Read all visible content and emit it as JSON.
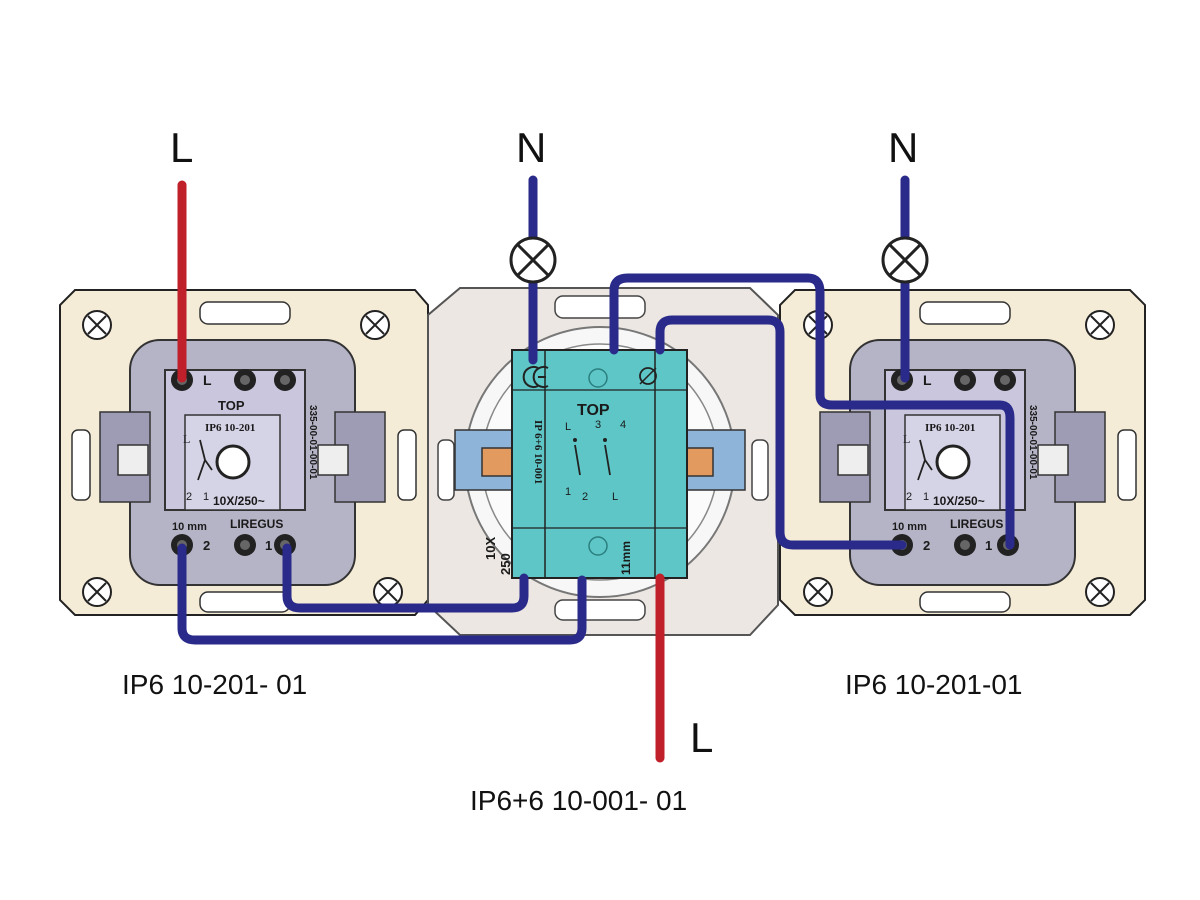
{
  "labels": {
    "line_left": "L",
    "neutral_center": "N",
    "neutral_right": "N",
    "line_bottom": "L"
  },
  "captions": {
    "left_switch": "IP6 10-201- 01",
    "right_switch": "IP6 10-201-01",
    "center_switch": "IP6+6 10-001- 01"
  },
  "single_switch": {
    "top": "TOP",
    "model": "IP6 10-201",
    "l_mark": "L",
    "pin_2": "2",
    "pin_1": "1",
    "rating": "10X/250~",
    "strip": "10 mm",
    "brand": "LIREGUS",
    "side_code": "335-00-01-00-01",
    "terminal_l": "L",
    "terminal_2": "2",
    "terminal_1": "1"
  },
  "double_switch": {
    "top": "TOP",
    "model": "IP 6+6 10-001",
    "rating_a": "10X",
    "rating_b": "250",
    "strip": "11mm",
    "pins": [
      "L",
      "3",
      "4",
      "1",
      "2",
      "L"
    ]
  },
  "colors": {
    "live_wire": "#c0202a",
    "neutral_wire": "#2a2a8a",
    "module_body": "#5ec6c6",
    "plate": "#f5ecd7",
    "switch_body": "#c9c6dd"
  }
}
